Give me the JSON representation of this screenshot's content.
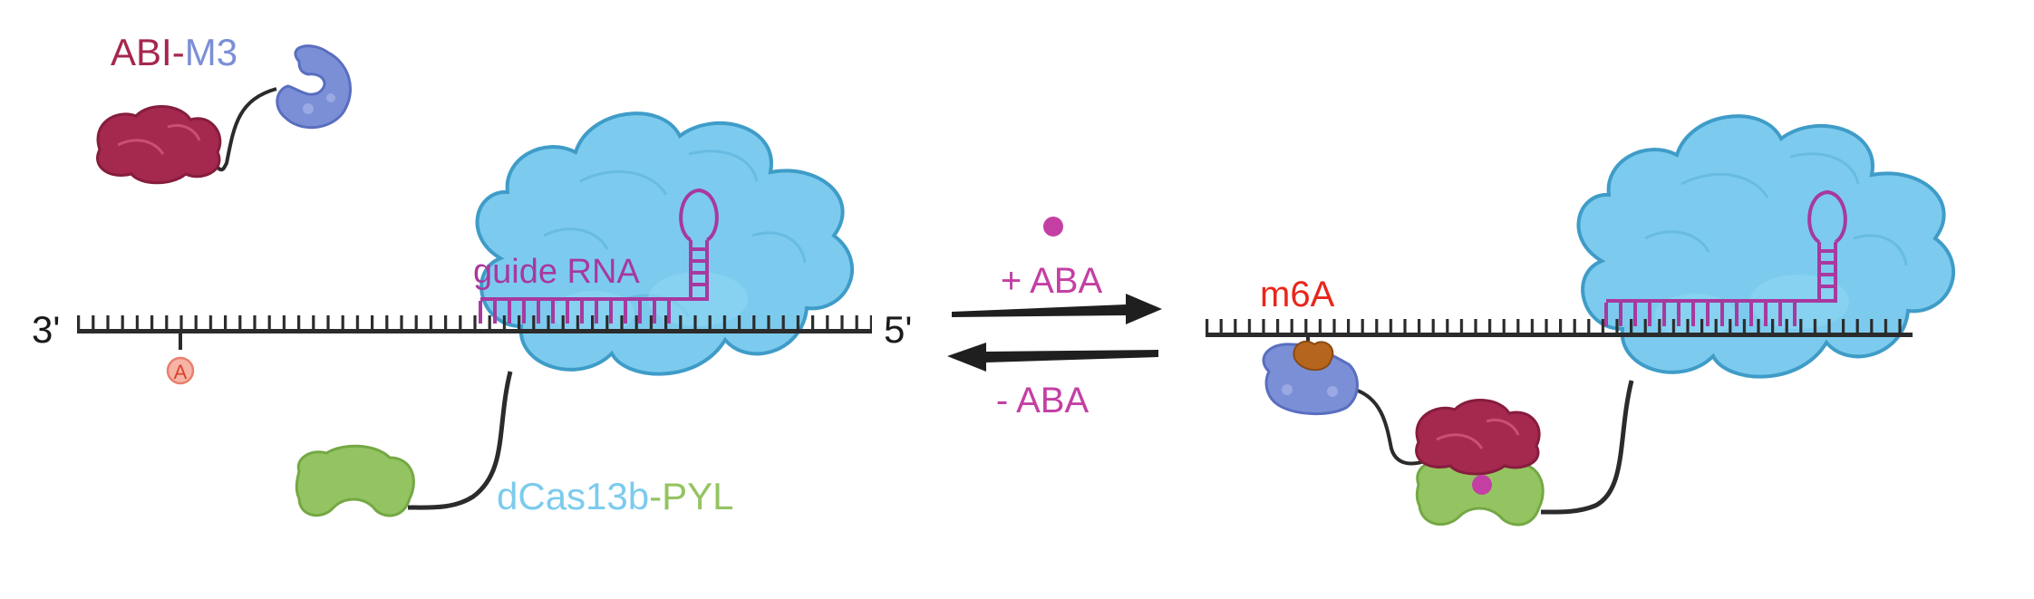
{
  "left_panel": {
    "end_3": "3'",
    "end_5": "5'",
    "adenosine_mark": "A",
    "guide_rna_label": "guide RNA",
    "abi_label": "ABI",
    "dash": "-",
    "m3_label": "M3",
    "dcas13b_label": "dCas13b",
    "pyl_label": "PYL"
  },
  "middle": {
    "plus_aba": "+ ABA",
    "minus_aba": "- ABA"
  },
  "right_panel": {
    "m6a_label": "m6A"
  },
  "colors": {
    "cas13b": "#7ccbee",
    "cas13b_edge": "#3f9cc8",
    "abi": "#a5284e",
    "m3": "#7b8fd6",
    "pyl": "#94c462",
    "guide_rna": "#a8399e",
    "aba": "#c43fa3",
    "m6a": "#e8261c",
    "strand": "#2b2b2b"
  }
}
